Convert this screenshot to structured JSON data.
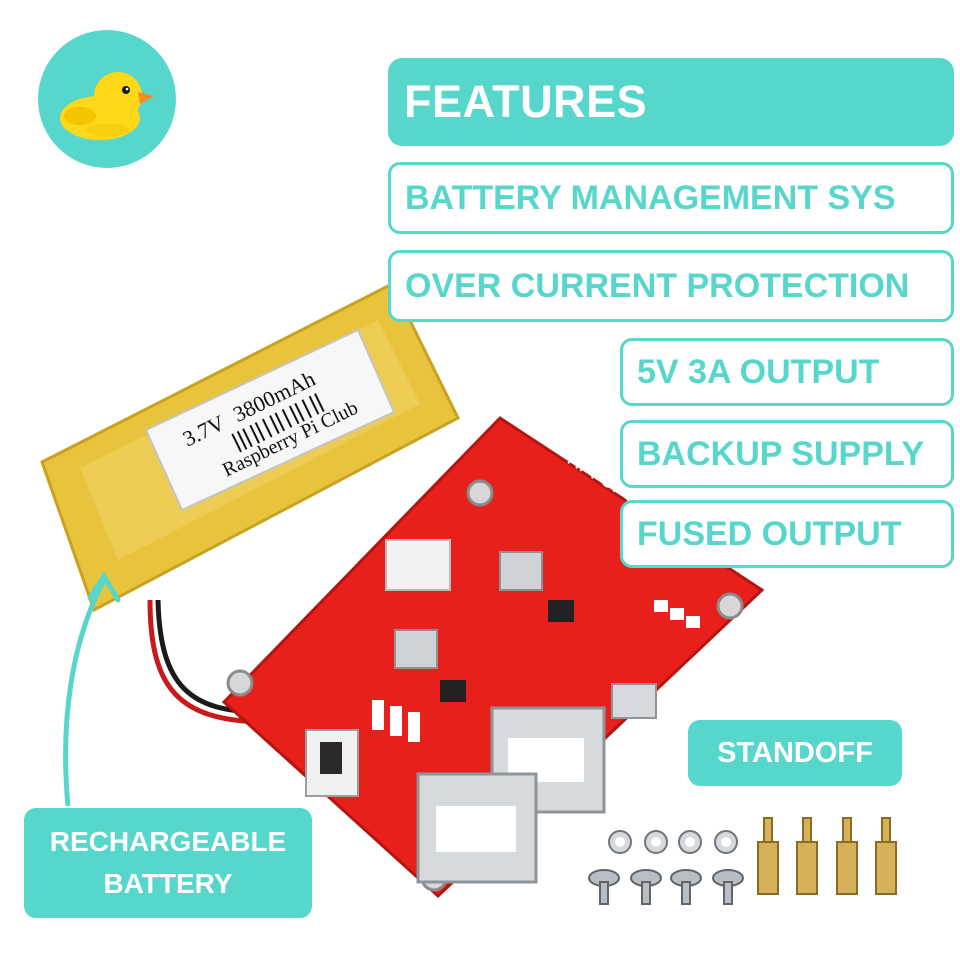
{
  "features": {
    "heading": "FEATURES",
    "items": [
      "BATTERY MANAGEMENT SYS",
      "OVER CURRENT PROTECTION",
      "5V 3A OUTPUT",
      "BACKUP SUPPLY",
      "FUSED OUTPUT"
    ]
  },
  "labels": {
    "standoff": "STANDOFF",
    "rechargeable_line1": "RECHARGEABLE",
    "rechargeable_line2": "BATTERY"
  },
  "battery_sticker": {
    "voltage": "3.7V",
    "capacity": "3800mAh",
    "brand": "Raspberry Pi Club",
    "minus": "_",
    "plus": "+"
  },
  "board_text": {
    "title": "RPI UPS"
  },
  "colors": {
    "accent": "#57d6cc",
    "board_red": "#e8201b",
    "battery_gold": "#e7c43b",
    "duck_yellow": "#ffd81a"
  },
  "icons": {
    "logo": "rubber-duck-icon"
  }
}
